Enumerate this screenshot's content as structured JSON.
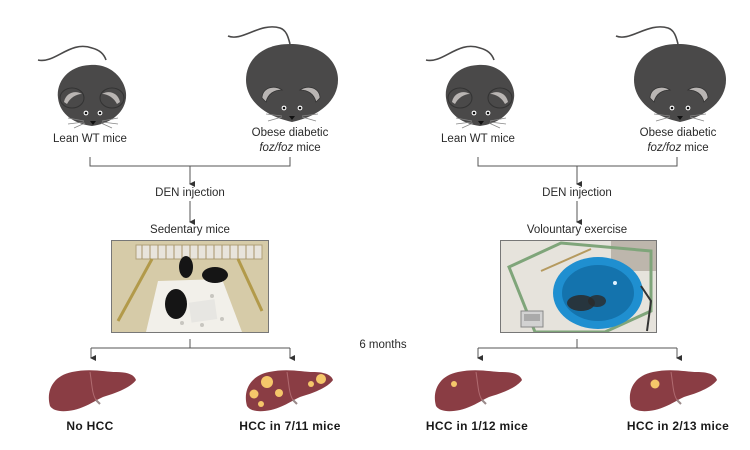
{
  "panels": [
    {
      "id": "sedentary",
      "groups": [
        {
          "label": "Lean WT mice",
          "type": "lean"
        },
        {
          "label_line1": "Obese diabetic",
          "label_italic": "foz/foz",
          "label_rest": " mice",
          "type": "obese"
        }
      ],
      "treatment": "DEN injection",
      "condition": "Sedentary mice",
      "photo_icon": "cage-photo",
      "outcomes": [
        {
          "label": "No HCC",
          "tumors": 0
        },
        {
          "label": "HCC in 7/11 mice",
          "tumors": 6
        }
      ]
    },
    {
      "id": "exercise",
      "groups": [
        {
          "label": "Lean WT mice",
          "type": "lean"
        },
        {
          "label_line1": "Obese diabetic",
          "label_italic": "foz/foz",
          "label_rest": " mice",
          "type": "obese"
        }
      ],
      "treatment": "DEN injection",
      "condition": "Volountary exercise",
      "photo_icon": "running-wheel-photo",
      "outcomes": [
        {
          "label": "HCC in 1/12 mice",
          "tumors": 1
        },
        {
          "label": "HCC in 2/13 mice",
          "tumors": 1
        }
      ]
    }
  ],
  "duration": "6 months",
  "colors": {
    "mouse_body": "#4a4949",
    "mouse_ear": "#b9b5b3",
    "liver": "#8a3d44",
    "tumor": "#f5c76a",
    "wheel": "#1f8fd0",
    "line": "#444444"
  }
}
